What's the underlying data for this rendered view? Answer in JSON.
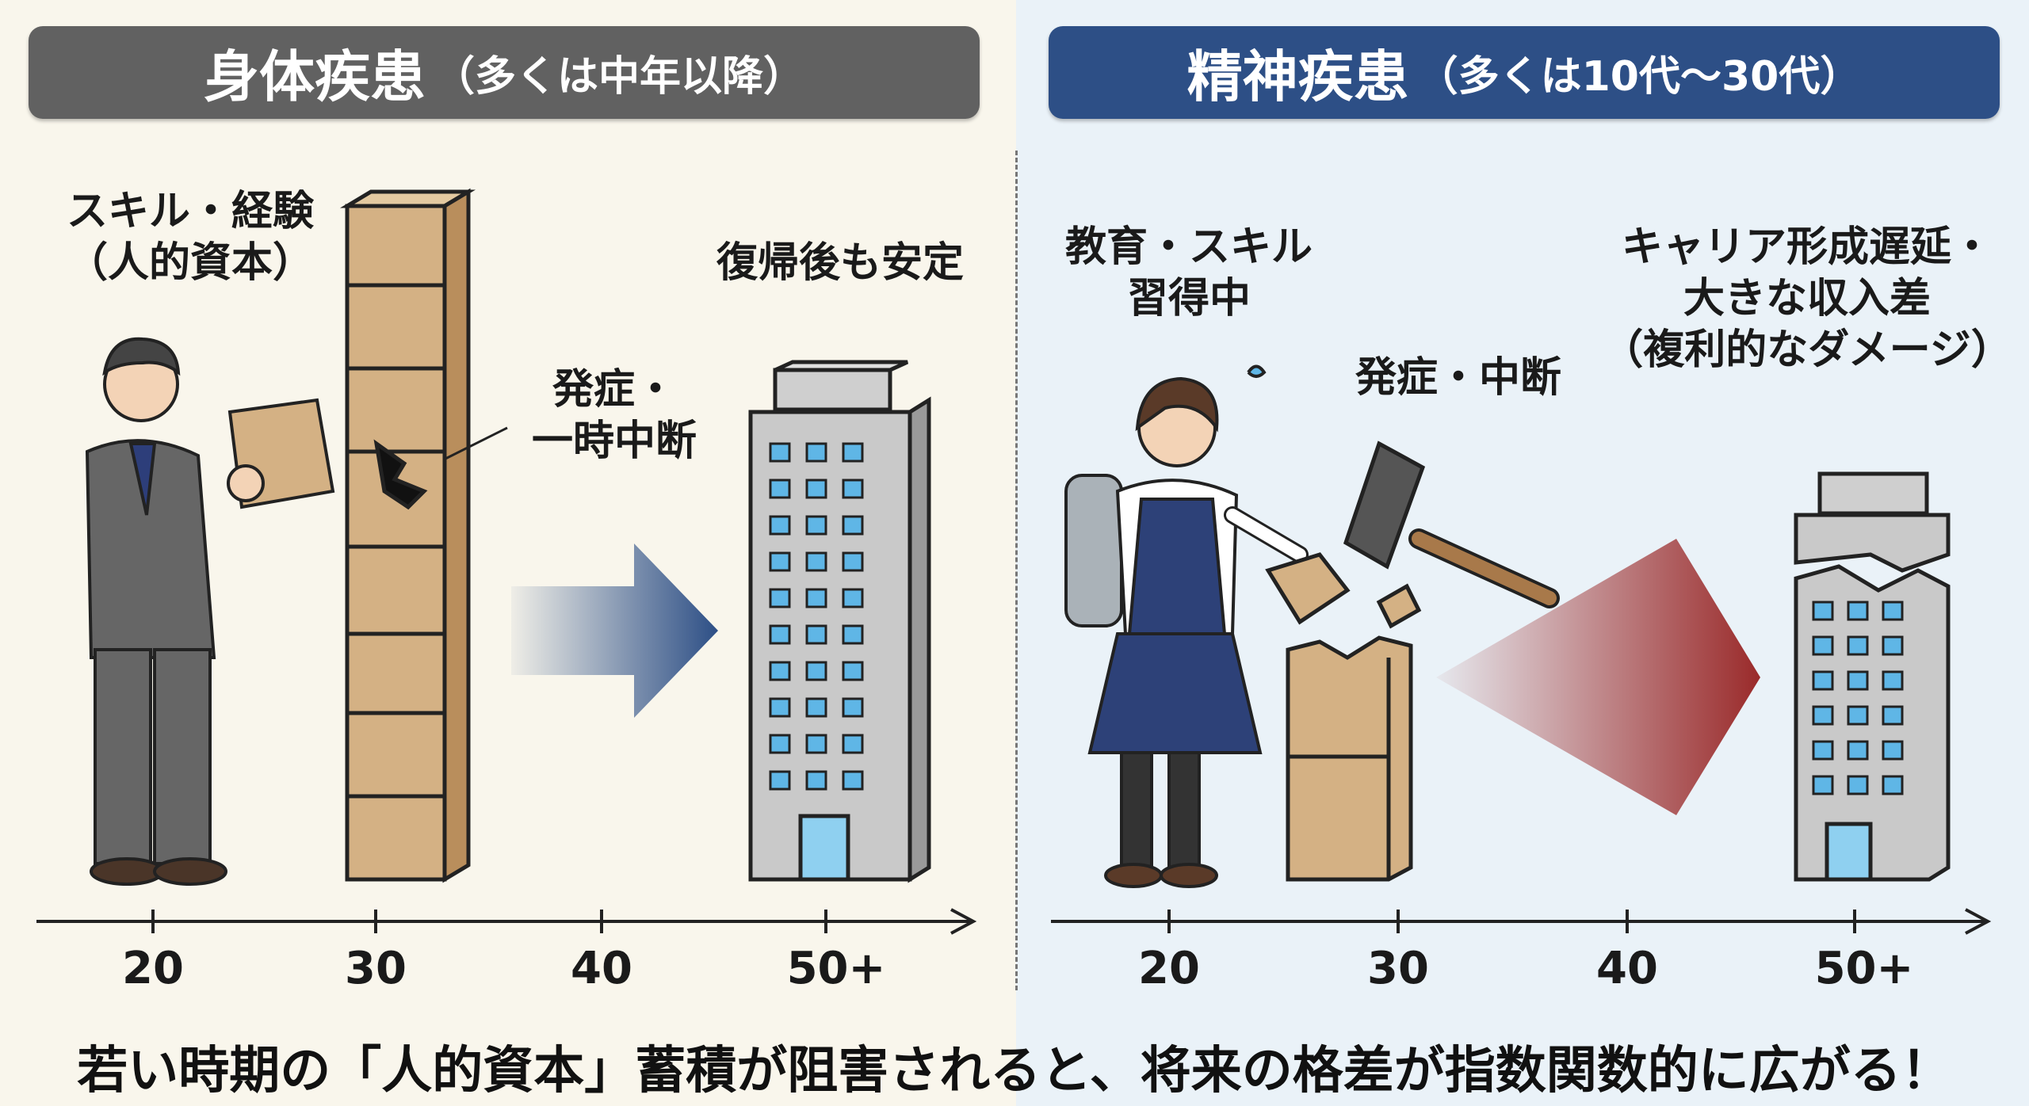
{
  "left_panel": {
    "title": "身体疾患",
    "subtitle": "（多くは中年以降）",
    "label_capital_line1": "スキル・経験",
    "label_capital_line2": "（人的資本）",
    "label_onset_line1": "発症・",
    "label_onset_line2": "一時中断",
    "label_result": "復帰後も安定",
    "axis_ticks": [
      "20",
      "30",
      "40",
      "50+"
    ],
    "color": "#616161"
  },
  "right_panel": {
    "title": "精神疾患",
    "subtitle": "（多くは10代〜30代）",
    "label_learning_line1": "教育・スキル",
    "label_learning_line2": "習得中",
    "label_onset": "発症・中断",
    "label_result_line1": "キャリア形成遅延・",
    "label_result_line2": "大きな収入差",
    "label_result_line3": "（複利的なダメージ）",
    "axis_ticks": [
      "20",
      "30",
      "40",
      "50+"
    ],
    "color": "#2d4f86"
  },
  "footer": {
    "message": "若い時期の「人的資本」蓄積が阻害されると、将来の格差が指数関数的に広がる！"
  }
}
